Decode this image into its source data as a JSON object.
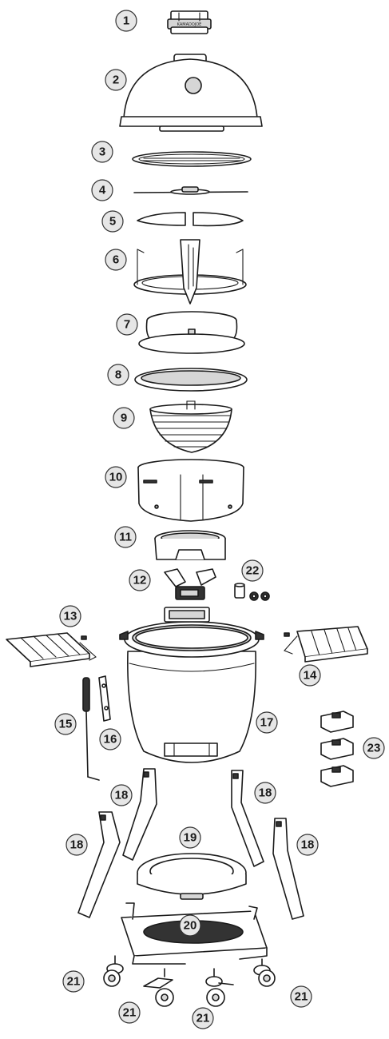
{
  "callouts": [
    "1",
    "2",
    "3",
    "4",
    "5",
    "6",
    "7",
    "8",
    "9",
    "10",
    "11",
    "12",
    "13",
    "14",
    "15",
    "16",
    "17",
    "18",
    "18",
    "18",
    "18",
    "19",
    "20",
    "21",
    "21",
    "21",
    "21",
    "22",
    "23"
  ],
  "brand_text": "KAMADOJOE"
}
